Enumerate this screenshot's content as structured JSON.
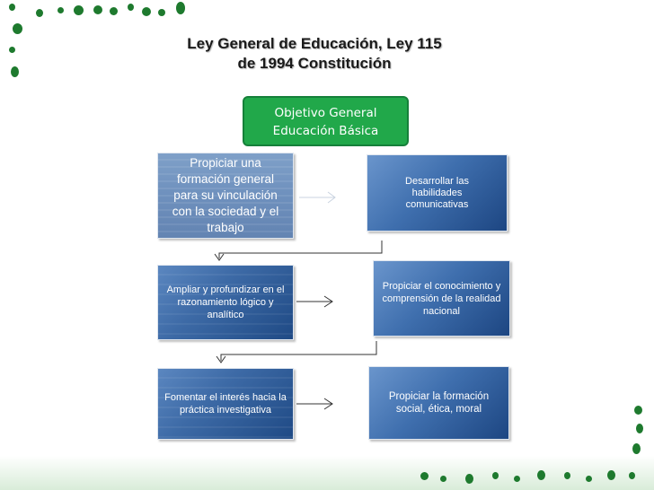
{
  "title": {
    "line1": "Ley General de Educación, Ley 115",
    "line2": "de 1994 Constitución"
  },
  "objective": {
    "line1": "Objetivo General",
    "line2": "Educación Básica"
  },
  "boxes": [
    {
      "text": "Propiciar una formación general para su vinculación con la sociedad y el trabajo"
    },
    {
      "text": "Desarrollar las habilidades comunicativas"
    },
    {
      "text": "Ampliar y profundizar en el razonamiento lógico y analítico"
    },
    {
      "text": "Propiciar el conocimiento y comprensión de la realidad nacional"
    },
    {
      "text": "Fomentar el interés hacia la práctica investigativa"
    },
    {
      "text": "Propiciar la formación social, ética, moral"
    }
  ],
  "colors": {
    "accent_green": "#21a84a",
    "dot_green": "#1e7a2e",
    "box_blue_light": "#6e90bd",
    "box_blue_dark": "#1f4a85"
  }
}
